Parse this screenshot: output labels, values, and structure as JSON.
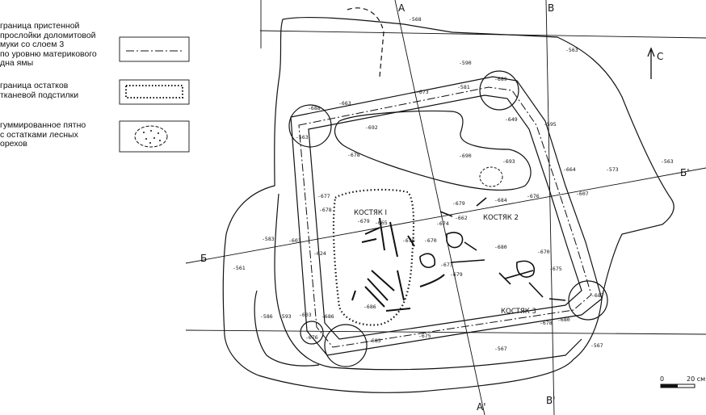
{
  "legend": {
    "items": [
      {
        "text": "граница пристенной\nпрослойки доломитовой\nмуки со слоем 3\nпо уровню материкового\nдна ямы"
      },
      {
        "text": "граница остатков\nтканевой подстилки"
      },
      {
        "text": "гуммированное пятно\nс остатками лесных\nорехов"
      }
    ]
  },
  "sections": {
    "a": "A",
    "a_prime": "A'",
    "b_cyr": "Б",
    "b_cyr_prime": "Б'",
    "b_lat": "B",
    "b_lat_prime": "B'"
  },
  "north": "С",
  "skeletons": {
    "s1": "КОСТЯК I",
    "s2": "КОСТЯК 2",
    "s3": "КОСТЯК 3"
  },
  "scale": {
    "zero": "0",
    "label": "20 см"
  },
  "elevations": [
    {
      "t": "-568"
    },
    {
      "t": "-563"
    },
    {
      "t": "-590"
    },
    {
      "t": "-689"
    },
    {
      "t": "-581"
    },
    {
      "t": "-673"
    },
    {
      "t": "-649"
    },
    {
      "t": "-595"
    },
    {
      "t": "-688"
    },
    {
      "t": "-663"
    },
    {
      "t": "-563"
    },
    {
      "t": "-692"
    },
    {
      "t": "-678"
    },
    {
      "t": "-690"
    },
    {
      "t": "-693"
    },
    {
      "t": "-664"
    },
    {
      "t": "-573"
    },
    {
      "t": "-563"
    },
    {
      "t": "-607"
    },
    {
      "t": "-676"
    },
    {
      "t": "-684"
    },
    {
      "t": "-679"
    },
    {
      "t": "-677"
    },
    {
      "t": "-678"
    },
    {
      "t": "-583"
    },
    {
      "t": "-603"
    },
    {
      "t": "-561"
    },
    {
      "t": "-624"
    },
    {
      "t": "-662"
    },
    {
      "t": "-674"
    },
    {
      "t": "-680"
    },
    {
      "t": "-670"
    },
    {
      "t": "-679"
    },
    {
      "t": "-675"
    },
    {
      "t": "-687"
    },
    {
      "t": "-586"
    },
    {
      "t": "-593"
    },
    {
      "t": "-603"
    },
    {
      "t": "-686"
    },
    {
      "t": "-676"
    },
    {
      "t": "-683"
    },
    {
      "t": "-567"
    },
    {
      "t": "-675"
    },
    {
      "t": "-680"
    },
    {
      "t": "-567"
    },
    {
      "t": "-678"
    },
    {
      "t": "-676"
    },
    {
      "t": "-670"
    },
    {
      "t": "-665"
    },
    {
      "t": "-673"
    },
    {
      "t": "-679"
    },
    {
      "t": "-686"
    }
  ]
}
